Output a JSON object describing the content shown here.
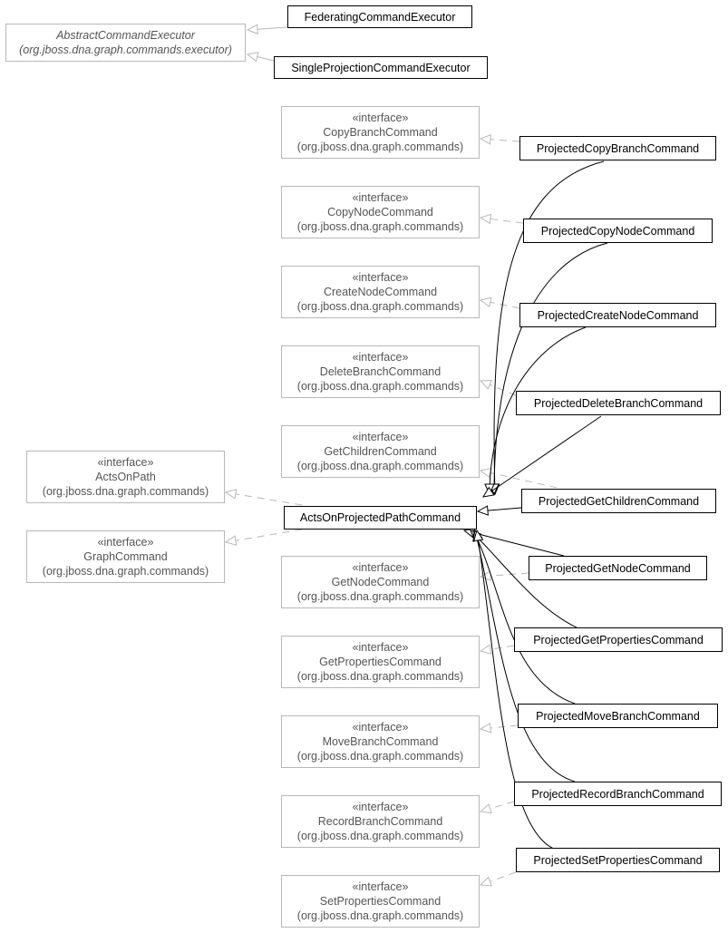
{
  "classes": {
    "abstract_command_executor": {
      "name": "AbstractCommandExecutor",
      "package": "(org.jboss.dna.graph.commands.executor)"
    },
    "federating_command_executor": {
      "name": "FederatingCommandExecutor"
    },
    "single_projection_command_executor": {
      "name": "SingleProjectionCommandExecutor"
    },
    "acts_on_projected_path_command": {
      "name": "ActsOnProjectedPathCommand"
    },
    "projected_copy_branch_command": {
      "name": "ProjectedCopyBranchCommand"
    },
    "projected_copy_node_command": {
      "name": "ProjectedCopyNodeCommand"
    },
    "projected_create_node_command": {
      "name": "ProjectedCreateNodeCommand"
    },
    "projected_delete_branch_command": {
      "name": "ProjectedDeleteBranchCommand"
    },
    "projected_get_children_command": {
      "name": "ProjectedGetChildrenCommand"
    },
    "projected_get_node_command": {
      "name": "ProjectedGetNodeCommand"
    },
    "projected_get_properties_command": {
      "name": "ProjectedGetPropertiesCommand"
    },
    "projected_move_branch_command": {
      "name": "ProjectedMoveBranchCommand"
    },
    "projected_record_branch_command": {
      "name": "ProjectedRecordBranchCommand"
    },
    "projected_set_properties_command": {
      "name": "ProjectedSetPropertiesCommand"
    }
  },
  "interfaces": {
    "acts_on_path": {
      "stereotype": "«interface»",
      "name": "ActsOnPath",
      "package": "(org.jboss.dna.graph.commands)"
    },
    "graph_command": {
      "stereotype": "«interface»",
      "name": "GraphCommand",
      "package": "(org.jboss.dna.graph.commands)"
    },
    "copy_branch_command": {
      "stereotype": "«interface»",
      "name": "CopyBranchCommand",
      "package": "(org.jboss.dna.graph.commands)"
    },
    "copy_node_command": {
      "stereotype": "«interface»",
      "name": "CopyNodeCommand",
      "package": "(org.jboss.dna.graph.commands)"
    },
    "create_node_command": {
      "stereotype": "«interface»",
      "name": "CreateNodeCommand",
      "package": "(org.jboss.dna.graph.commands)"
    },
    "delete_branch_command": {
      "stereotype": "«interface»",
      "name": "DeleteBranchCommand",
      "package": "(org.jboss.dna.graph.commands)"
    },
    "get_children_command": {
      "stereotype": "«interface»",
      "name": "GetChildrenCommand",
      "package": "(org.jboss.dna.graph.commands)"
    },
    "get_node_command": {
      "stereotype": "«interface»",
      "name": "GetNodeCommand",
      "package": "(org.jboss.dna.graph.commands)"
    },
    "get_properties_command": {
      "stereotype": "«interface»",
      "name": "GetPropertiesCommand",
      "package": "(org.jboss.dna.graph.commands)"
    },
    "move_branch_command": {
      "stereotype": "«interface»",
      "name": "MoveBranchCommand",
      "package": "(org.jboss.dna.graph.commands)"
    },
    "record_branch_command": {
      "stereotype": "«interface»",
      "name": "RecordBranchCommand",
      "package": "(org.jboss.dna.graph.commands)"
    },
    "set_properties_command": {
      "stereotype": "«interface»",
      "name": "SetPropertiesCommand",
      "package": "(org.jboss.dna.graph.commands)"
    }
  },
  "colors": {
    "concrete_border": "#000000",
    "ghost_border": "#b8b8b8",
    "ghost_text": "#555555",
    "background": "#ffffff"
  }
}
